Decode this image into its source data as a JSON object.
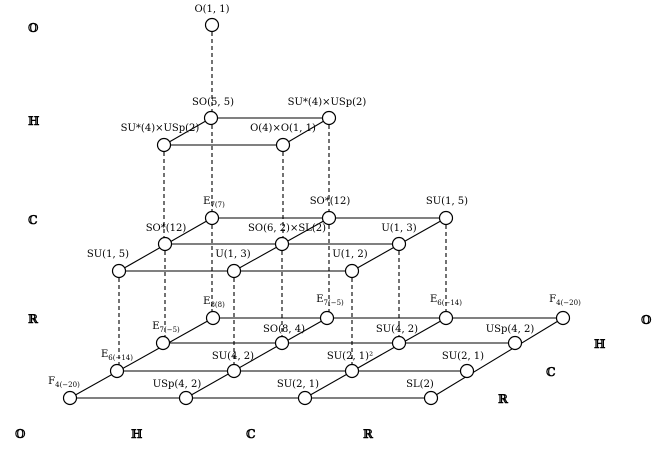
{
  "axis_labels": {
    "rows": [
      "𝕆",
      "ℍ",
      "ℂ",
      "ℝ"
    ],
    "bottom": [
      "𝕆",
      "ℍ",
      "ℂ",
      "ℝ"
    ],
    "right": [
      "𝕆",
      "ℍ",
      "ℂ",
      "ℝ"
    ]
  },
  "nodes": {
    "o11": {
      "main": "O(1, 1)",
      "sub": ""
    },
    "so55": {
      "main": "SO(5, 5)",
      "sub": ""
    },
    "sup_h": {
      "main": "SU*(4)×USp(2)",
      "sub": ""
    },
    "sup_b": {
      "main": "SU*(4)×USp(2)",
      "sub": ""
    },
    "o4o11": {
      "main": "O(4)×O(1, 1)",
      "sub": ""
    },
    "e77": {
      "main": "E",
      "sub": "7(7)"
    },
    "sos12a": {
      "main": "SO*(12)",
      "sub": ""
    },
    "su15a": {
      "main": "SU(1, 5)",
      "sub": ""
    },
    "sos12b": {
      "main": "SO*(12)",
      "sub": ""
    },
    "so62": {
      "main": "SO(6, 2)×SL(2)",
      "sub": ""
    },
    "u13a": {
      "main": "U(1, 3)",
      "sub": ""
    },
    "su15b": {
      "main": "SU(1, 5)",
      "sub": ""
    },
    "u13b": {
      "main": "U(1, 3)",
      "sub": ""
    },
    "u12": {
      "main": "U(1, 2)",
      "sub": ""
    },
    "e88": {
      "main": "E",
      "sub": "8(8)"
    },
    "e7m5a": {
      "main": "E",
      "sub": "7(−5)"
    },
    "e6m14a": {
      "main": "E",
      "sub": "6(−14)"
    },
    "f4m20a": {
      "main": "F",
      "sub": "4(−20)"
    },
    "e7m5b": {
      "main": "E",
      "sub": "7(−5)"
    },
    "so84": {
      "main": "SO(8, 4)",
      "sub": ""
    },
    "su42a": {
      "main": "SU(4, 2)",
      "sub": ""
    },
    "usp42a": {
      "main": "USp(4, 2)",
      "sub": ""
    },
    "e6m14b": {
      "main": "E",
      "sub": "6(−14)"
    },
    "su42b": {
      "main": "SU(4, 2)",
      "sub": ""
    },
    "su21sq": {
      "main": "SU(2, 1)²",
      "sub": ""
    },
    "su21a": {
      "main": "SU(2, 1)",
      "sub": ""
    },
    "f4m20b": {
      "main": "F",
      "sub": "4(−20)"
    },
    "usp42b": {
      "main": "USp(4, 2)",
      "sub": ""
    },
    "su21b": {
      "main": "SU(2, 1)",
      "sub": ""
    },
    "sl2": {
      "main": "SL(2)",
      "sub": ""
    }
  }
}
